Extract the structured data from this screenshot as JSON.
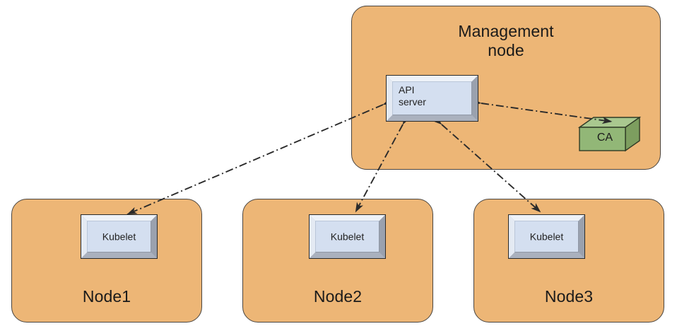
{
  "diagram": {
    "title": "Kubernetes node / API server certificate authority topology",
    "background_color": "#ffffff",
    "group_fill": "#edb676",
    "group_stroke": "#4a4540",
    "box_fill": "#d4dff0",
    "box_stroke": "#2b2b2b",
    "ca_front_fill": "#92b777",
    "ca_top_fill": "#a9c88f",
    "ca_side_fill": "#7d a05f",
    "connector_color": "#2b2b2b",
    "connector_style": "dash-dot"
  },
  "management_node": {
    "label": "Management\nnode",
    "api_server": {
      "label": "API\nserver"
    },
    "ca": {
      "label": "CA"
    }
  },
  "nodes": [
    {
      "label": "Node1",
      "component": {
        "label": "Kubelet"
      }
    },
    {
      "label": "Node2",
      "component": {
        "label": "Kubelet"
      }
    },
    {
      "label": "Node3",
      "component": {
        "label": "Kubelet"
      }
    }
  ],
  "connections": [
    {
      "from": "API server",
      "to": "CA",
      "arrows": "both"
    },
    {
      "from": "API server",
      "to": "Node1 Kubelet",
      "arrows": "both"
    },
    {
      "from": "API server",
      "to": "Node2 Kubelet",
      "arrows": "both"
    },
    {
      "from": "API server",
      "to": "Node3 Kubelet",
      "arrows": "both"
    }
  ]
}
